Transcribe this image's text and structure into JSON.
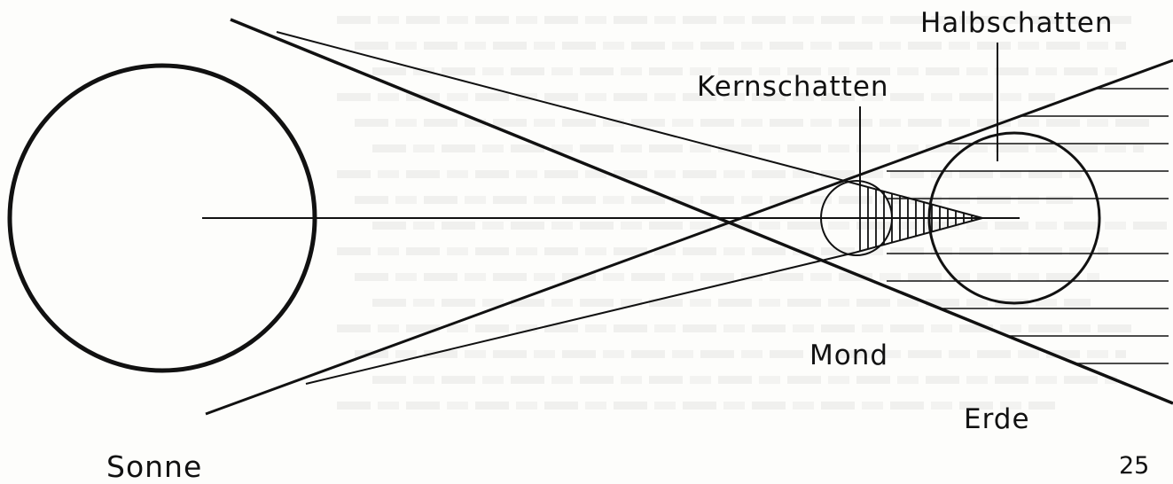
{
  "labels": {
    "halbschatten": "Halbschatten",
    "kernschatten": "Kernschatten",
    "mond": "Mond",
    "erde": "Erde",
    "sonne": "Sonne"
  },
  "page_number": "25"
}
